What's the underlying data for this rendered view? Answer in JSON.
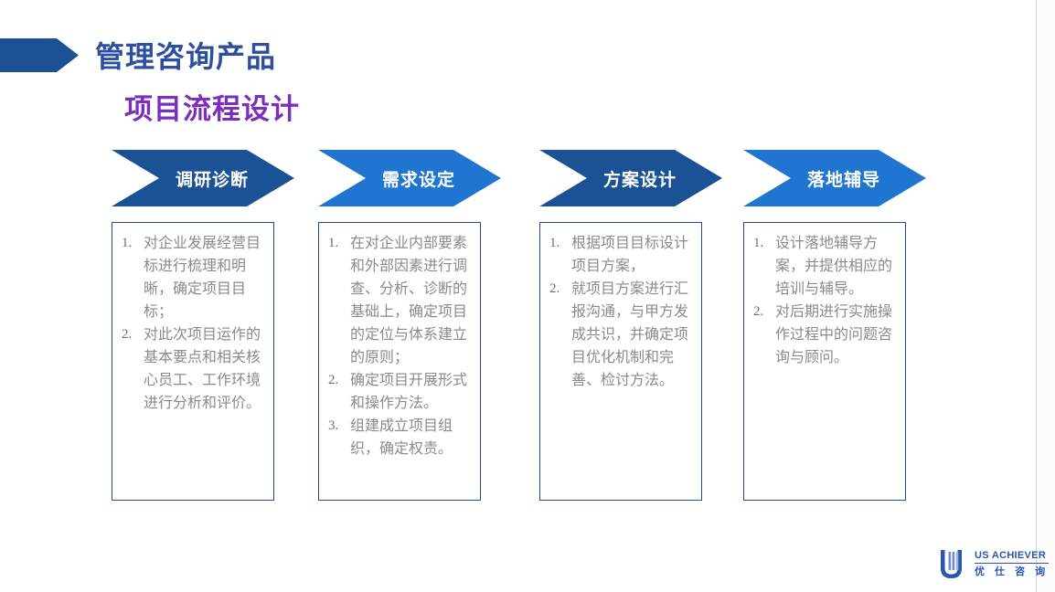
{
  "slide": {
    "title": "管理咨询产品",
    "subtitle": "项目流程设计",
    "title_color": "#2D4FA2",
    "subtitle_color": "#7B2FBE",
    "background": "#ffffff"
  },
  "colors": {
    "dark_blue": "#1B5295",
    "bright_blue": "#1F75D0",
    "box_border": "#1F4E96",
    "body_text": "#8a8a8a",
    "number_text": "#6f6f6f"
  },
  "stages": [
    {
      "label": "调研诊断",
      "accent": "#1B5295",
      "items": [
        "对企业发展经营目标进行梳理和明晰，确定项目目标；",
        "对此次项目运作的基本要点和相关核心员工、工作环境进行分析和评价。"
      ],
      "numbers": [
        "1.",
        "2."
      ]
    },
    {
      "label": "需求设定",
      "accent": "#1F75D0",
      "items": [
        "在对企业内部要素和外部因素进行调查、分析、诊断的基础上，确定项目的定位与体系建立的原则；",
        "确定项目开展形式和操作方法。",
        "组建成立项目组织，确定权责。"
      ],
      "numbers": [
        "1.",
        "2.",
        "3."
      ]
    },
    {
      "label": "方案设计",
      "accent": "#1B5295",
      "items": [
        "根据项目目标设计项目方案，",
        "就项目方案进行汇报沟通，与甲方发成共识，并确定项目优化机制和完善、检讨方法。"
      ],
      "numbers": [
        "1.",
        "2."
      ]
    },
    {
      "label": "落地辅导",
      "accent": "#1F75D0",
      "items": [
        "设计落地辅导方案，并提供相应的培训与辅导。",
        "对后期进行实施操作过程中的问题咨询与顾问。"
      ],
      "numbers": [
        "1.",
        "2."
      ]
    }
  ],
  "footer": {
    "logo_name_en": "US ACHIEVER",
    "logo_name_cn": "优 仕 咨 询",
    "logo_color": "#2B56B0"
  }
}
